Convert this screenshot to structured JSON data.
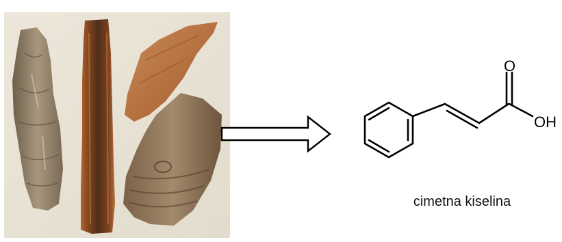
{
  "photo": {
    "description_icon": "cinnamon-bark-photo-icon",
    "colors": {
      "background": "#e8e2d3",
      "bark_light": "#9c8b73",
      "bark_dark": "#5b3f27",
      "bark_orange": "#b86a38"
    }
  },
  "arrow": {
    "icon": "hollow-right-arrow-icon"
  },
  "molecule": {
    "atom_labels": {
      "oxygen": "O",
      "hydroxyl": "OH"
    }
  },
  "caption": {
    "text": "cimetna kiselina"
  }
}
